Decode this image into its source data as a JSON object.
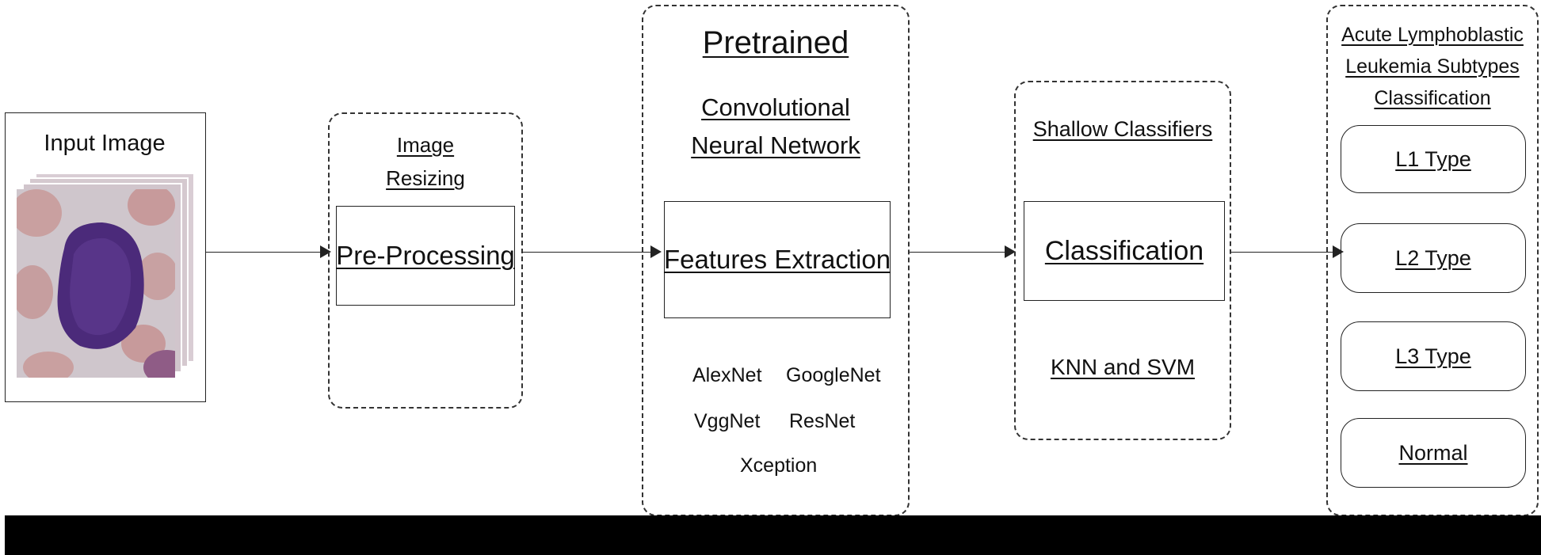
{
  "input": {
    "title": "Input Image"
  },
  "preprocess": {
    "header": "Image\nResizing",
    "box_label": "Pre-Processing"
  },
  "pretrained": {
    "title": "Pretrained",
    "subtitle": "Convolutional\nNeural Network",
    "box_label": "Features Extraction",
    "models": [
      "AlexNet",
      "GoogleNet",
      "VggNet",
      "ResNet",
      "Xception"
    ]
  },
  "shallow": {
    "header": "Shallow Classifiers",
    "box_label": "Classification",
    "methods": "KNN and SVM"
  },
  "output": {
    "header": "Acute Lymphoblastic\nLeukemia Subtypes\nClassification",
    "classes": [
      "L1 Type",
      "L2 Type",
      "L3 Type",
      "Normal"
    ]
  },
  "colors": {
    "cell_nucleus": "#4b2a7a",
    "rbc": "#c9a0a0",
    "background_smear": "#cfc6cc"
  }
}
